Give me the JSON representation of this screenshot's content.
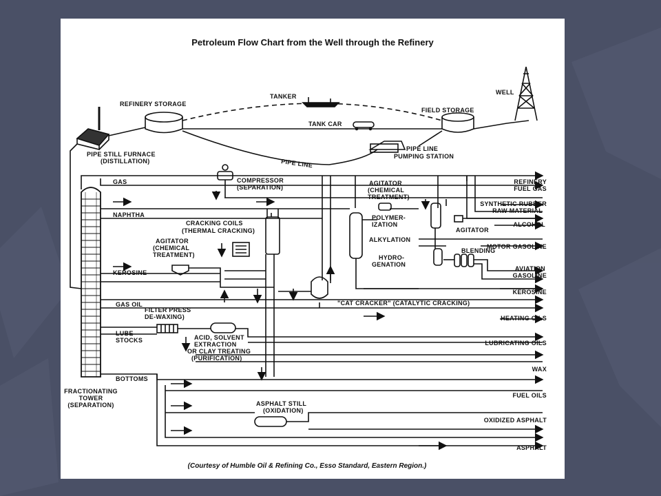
{
  "title": "Petroleum Flow Chart from the Well through the Refinery",
  "credit": "(Courtesy of Humble Oil & Refining Co., Esso Standard, Eastern Region.)",
  "colors": {
    "slide_background": "#4a5066",
    "paper": "#ffffff",
    "ink": "#111111"
  },
  "supply": {
    "well": "WELL",
    "field_storage": "FIELD STORAGE",
    "tanker": "TANKER",
    "tank_car": "TANK CAR",
    "pipe_line": "PIPE LINE",
    "pumping_station": [
      "PIPE LINE",
      "PUMPING STATION"
    ],
    "refinery_storage": "REFINERY STORAGE",
    "furnace": [
      "PIPE STILL FURNACE",
      "(DISTILLATION)"
    ]
  },
  "tower": {
    "name": [
      "FRACTIONATING",
      "TOWER",
      "(SEPARATION)"
    ],
    "fractions": [
      "GAS",
      "NAPHTHA",
      "KEROSINE",
      "GAS OIL",
      "LUBE",
      "STOCKS",
      "BOTTOMS"
    ]
  },
  "processes": {
    "compressor": [
      "COMPRESSOR",
      "(SEPARATION)"
    ],
    "cracking_coils": [
      "CRACKING COILS",
      "(THERMAL CRACKING)"
    ],
    "agitator_left": [
      "AGITATOR",
      "(CHEMICAL",
      "TREATMENT)"
    ],
    "agitator_top": [
      "AGITATOR",
      "(CHEMICAL",
      "TREATMENT)"
    ],
    "polymerization": [
      "POLYMER-",
      "IZATION"
    ],
    "alkylation": "ALKYLATION",
    "hydrogenation": [
      "HYDRO-",
      "GENATION"
    ],
    "cat_cracker": "\"CAT CRACKER\" (CATALYTIC CRACKING)",
    "agitator_small": "AGITATOR",
    "blending": "BLENDING",
    "filter_press": [
      "FILTER PRESS",
      "DE-WAXING)"
    ],
    "purification": [
      "ACID, SOLVENT",
      "EXTRACTION",
      "OR CLAY TREATING",
      "(PURIFICATION)"
    ],
    "asphalt_still": [
      "ASPHALT STILL",
      "(OXIDATION)"
    ]
  },
  "products": {
    "fuel_gas": [
      "REFINERY",
      "FUEL GAS"
    ],
    "synthetic_rubber": [
      "SYNTHETIC RUBBER",
      "RAW MATERIAL"
    ],
    "alcohol": "ALCOHOL",
    "motor_gasoline": "MOTOR GASOLINE",
    "aviation_gasoline": [
      "AVIATION",
      "GASOLINE"
    ],
    "kerosine": "KEROSINE",
    "heating_oils": "HEATING OILS",
    "lubricating_oils": "LUBRICATING OILS",
    "wax": "WAX",
    "fuel_oils": "FUEL OILS",
    "oxidized_asphalt": "OXIDIZED ASPHALT",
    "asphalt": "ASPHALT"
  }
}
